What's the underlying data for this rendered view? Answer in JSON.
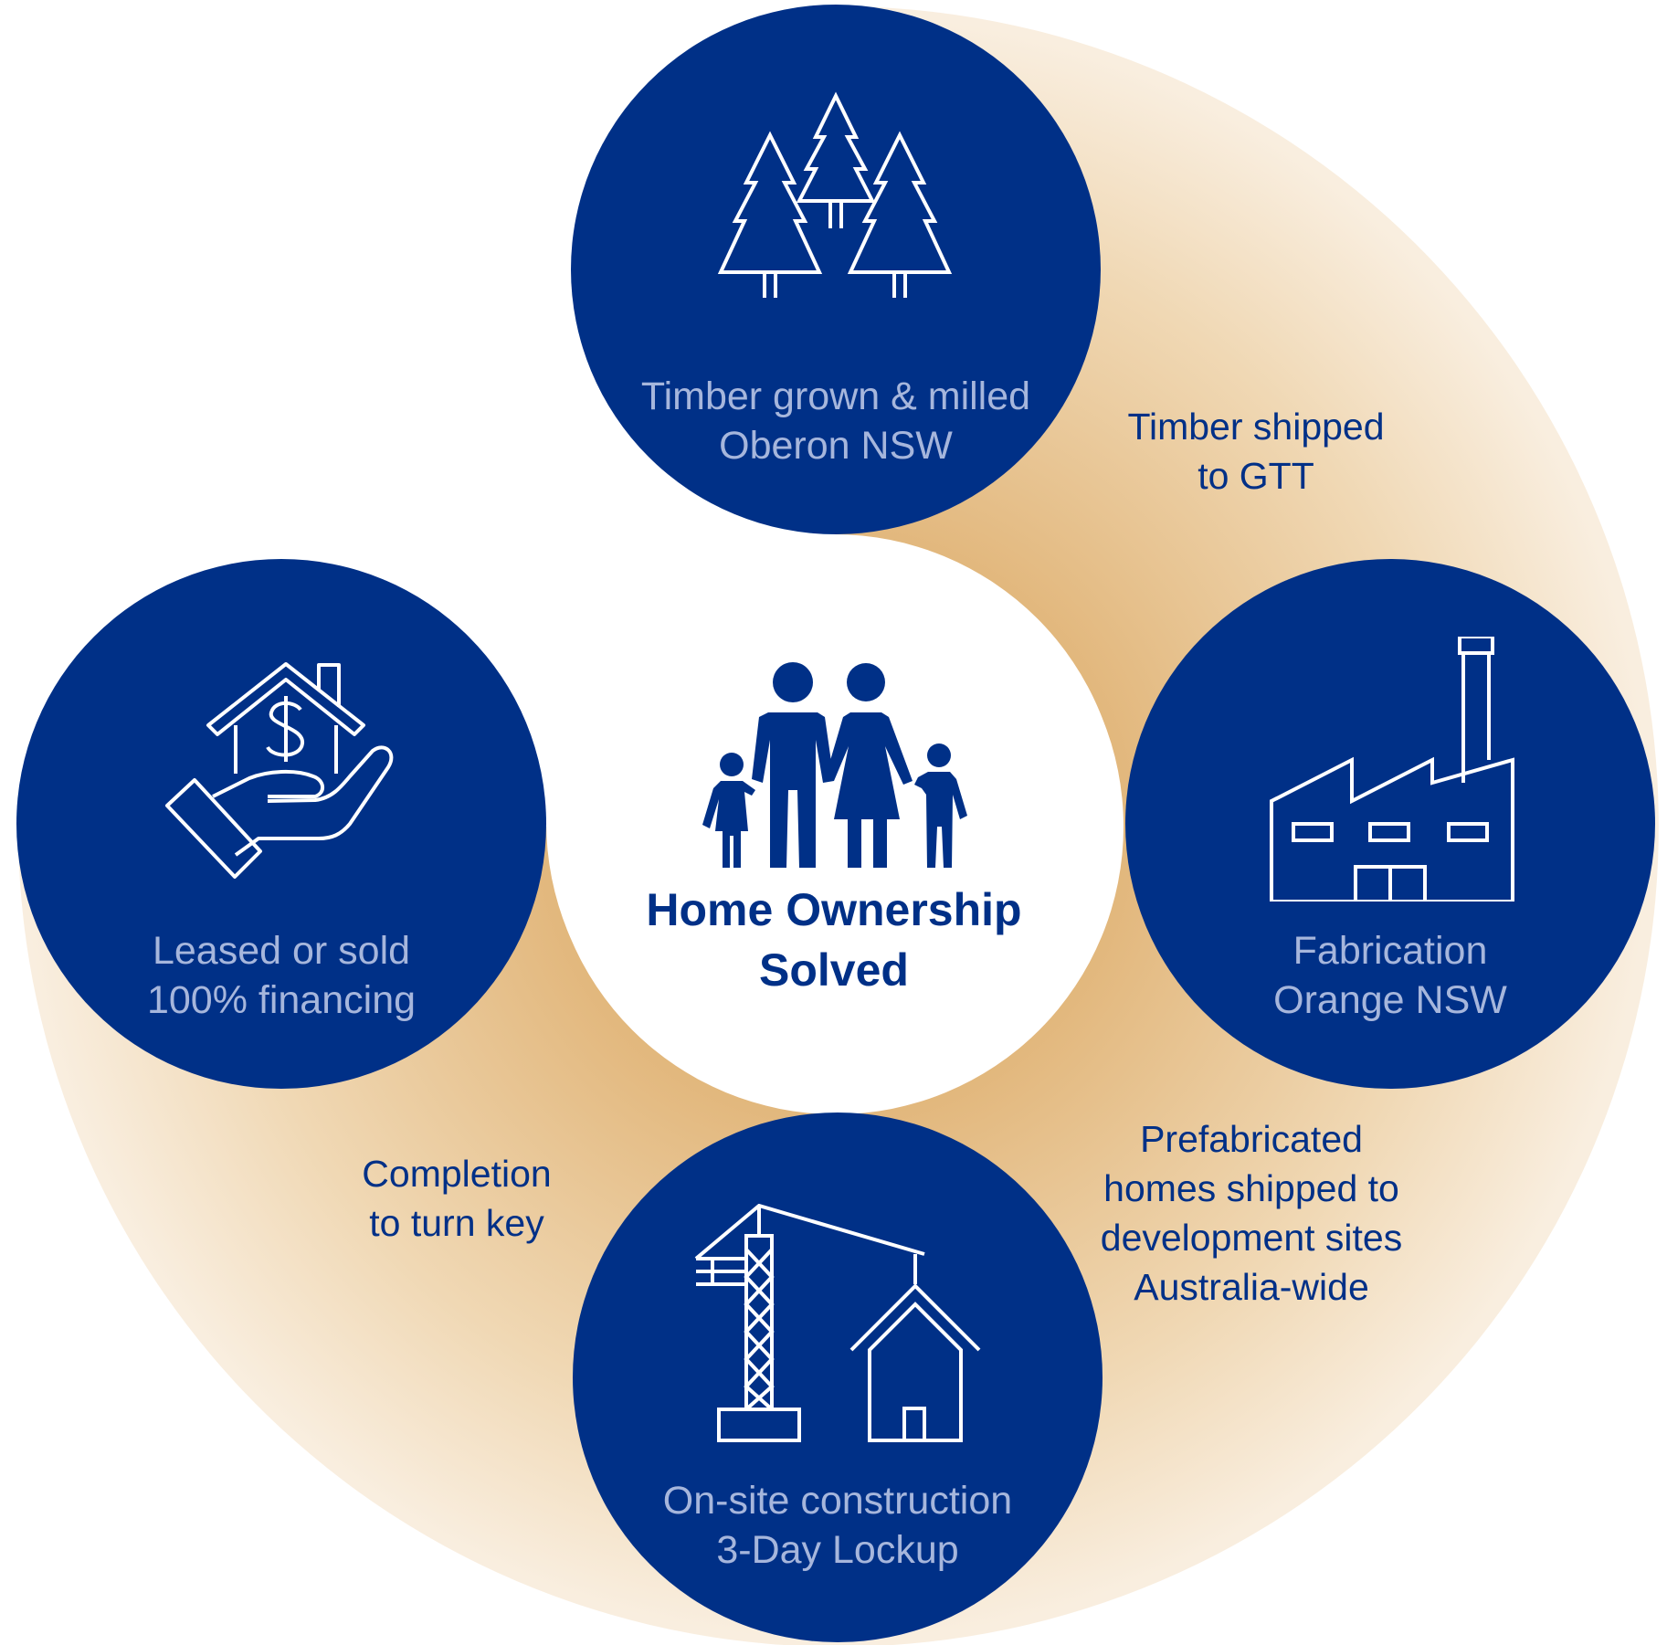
{
  "colors": {
    "navy": "#003087",
    "caption_light": "#a6b6dc",
    "ring_gold": "#e2b77c",
    "ring_pale": "#f8ecdb",
    "background": "#ffffff"
  },
  "center": {
    "title_line1": "Home Ownership",
    "title_line2": "Solved",
    "icon": "family-icon"
  },
  "nodes": {
    "timber": {
      "line1": "Timber grown & milled",
      "line2": "Oberon NSW",
      "icon": "trees-icon"
    },
    "fabrication": {
      "line1": "Fabrication",
      "line2": "Orange NSW",
      "icon": "factory-icon"
    },
    "onsite": {
      "line1": "On-site construction",
      "line2": "3-Day Lockup",
      "icon": "crane-house-icon"
    },
    "leased": {
      "line1": "Leased or sold",
      "line2": "100% financing",
      "icon": "hand-house-dollar-icon"
    }
  },
  "steps": {
    "shipped": {
      "line1": "Timber shipped",
      "line2": "to GTT"
    },
    "prefab": {
      "line1": "Prefabricated",
      "line2": "homes shipped to",
      "line3": "development sites",
      "line4": "Australia-wide"
    },
    "complete": {
      "line1": "Completion",
      "line2": "to turn key"
    }
  }
}
